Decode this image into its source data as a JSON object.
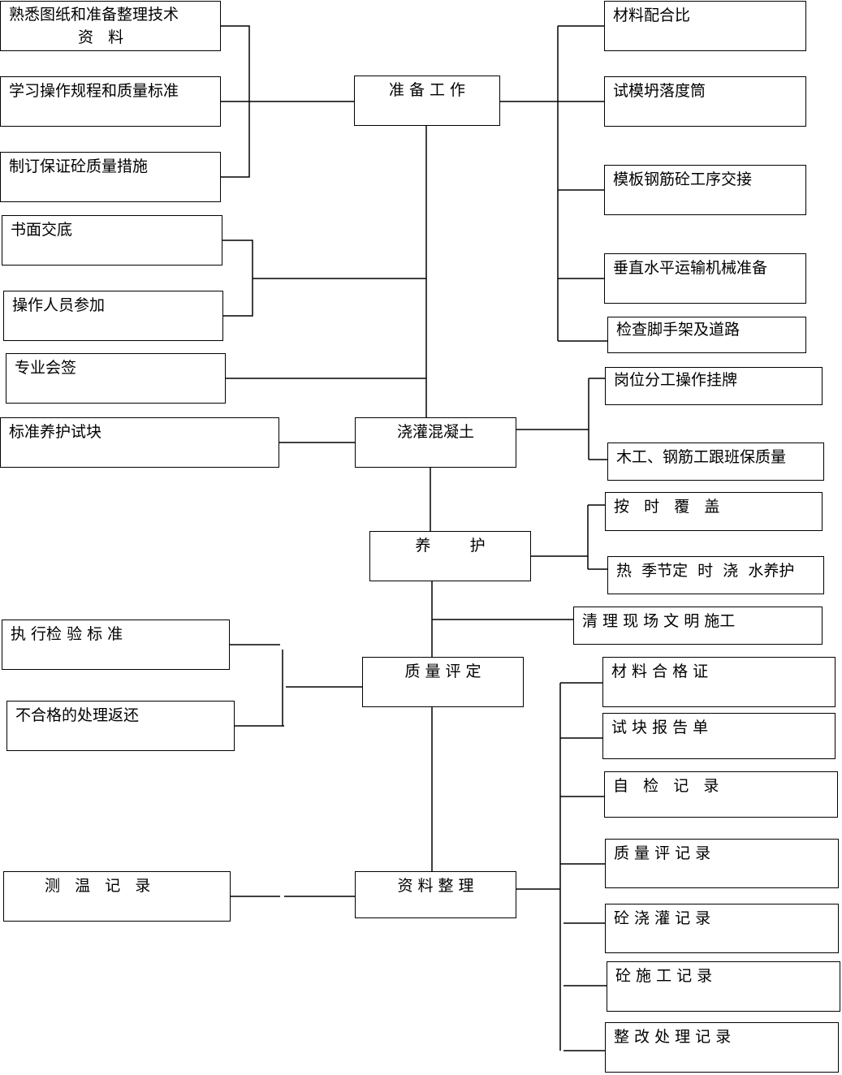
{
  "main": {
    "prep": "准 备 工 作",
    "pour": "浇灌混凝土",
    "cure": "养        护",
    "quality": "质 量 评 定",
    "docs": "资 料 整 理"
  },
  "left": {
    "study_drawings": "熟悉图纸和准备整理技术",
    "study_drawings_2": "资   料",
    "study_rules": "学习操作规程和质量标准",
    "quality_measures": "制订保证砼质量措施",
    "written_briefing": "书面交底",
    "operators_join": "操作人员参加",
    "countersign": "专业会签",
    "standard_specimen": "标准养护试块",
    "inspection_standard": "执 行检 验 标 准",
    "nonconforming": "不合格的处理返还",
    "temperature_record": "测   温   记   录"
  },
  "right": {
    "mix_ratio": "材料配合比",
    "slump_cone": "试模坍落度筒",
    "handover": "模板钢筋砼工序交接",
    "transport_machinery": "垂直水平运输机械准备",
    "scaffold_check": "检查脚手架及道路",
    "post_assignment": "岗位分工操作挂牌",
    "shift_quality": "木工、钢筋工跟班保质量",
    "cover_on_time": "按   时   覆   盖",
    "hot_season_water": "热  季节定  时  浇  水养护",
    "site_cleanup": "清 理 现 场 文 明 施工",
    "material_cert": "材 料 合 格 证",
    "specimen_report": "试 块 报 告 单",
    "self_check": "自   检   记   录",
    "quality_record": "质 量 评 记 录",
    "pour_record": "砼 浇 灌 记 录",
    "construction_record": "砼 施 工 记 录",
    "rectification_record": "整 改 处 理 记 录"
  }
}
